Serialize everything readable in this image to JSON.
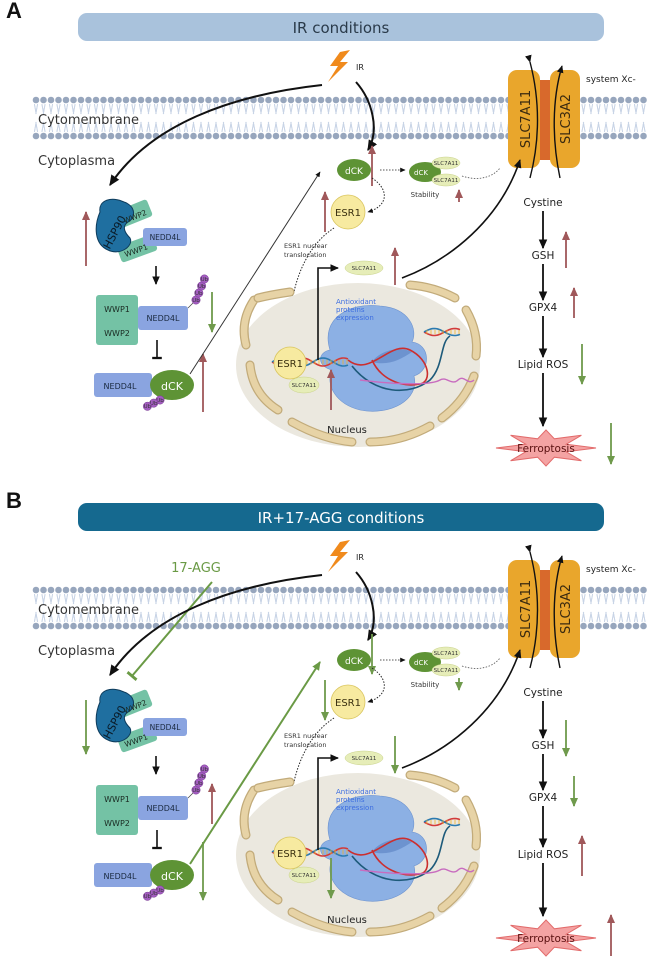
{
  "figure": {
    "panels": [
      {
        "letter": "A",
        "banner": "IR    conditions",
        "banner_color": "#a9c2dc",
        "banner_text_color": "#2a3a4a",
        "drug_label": "",
        "stimulus": "IR",
        "membrane_label": "Cytomembrane",
        "cytoplasm_label": "Cytoplasma",
        "transporter": {
          "system": "system Xc-",
          "left": "SLC7A11",
          "right": "SLC3A2"
        },
        "complex": {
          "chaperone": "HSP90",
          "top": "WWP2",
          "bottom": "WWP1",
          "ligase": "NEDD4L"
        },
        "mid_complex": {
          "a": "WWP1",
          "b": "WWP2",
          "ligase": "NEDD4L",
          "ub": "Ub"
        },
        "low_complex": {
          "ligase": "NEDD4L",
          "kinase": "dCK",
          "ub": "Ub"
        },
        "dck": "dCK",
        "esr1": "ESR1",
        "stability_label": "Stability",
        "slc7a11": "SLC7A11",
        "translocation": [
          "ESR1 nuclear",
          "translocation"
        ],
        "antioxidant": [
          "Antioxidant",
          "proteins",
          "expression"
        ],
        "nucleus": "Nucleus",
        "pathway": [
          "Cystine",
          "GSH",
          "GPX4",
          "Lipid ROS",
          "Ferroptosis"
        ],
        "regulation": {
          "hsp90": "up",
          "ub_ligase": "down",
          "dck_protein": "up",
          "dck": "up",
          "esr1": "up",
          "slc7a11": "up",
          "stability": "up",
          "transcription": "up",
          "gsh": "up",
          "gpx4": "up",
          "lipid_ros": "down",
          "ferroptosis": "down"
        }
      },
      {
        "letter": "B",
        "banner": "IR+17-AGG conditions",
        "banner_color": "#15698f",
        "banner_text_color": "#ffffff",
        "drug_label": "17-AGG",
        "stimulus": "IR",
        "membrane_label": "Cytomembrane",
        "cytoplasm_label": "Cytoplasma",
        "transporter": {
          "system": "system Xc-",
          "left": "SLC7A11",
          "right": "SLC3A2"
        },
        "complex": {
          "chaperone": "HSP90",
          "top": "WWP2",
          "bottom": "WWP1",
          "ligase": "NEDD4L"
        },
        "mid_complex": {
          "a": "WWP1",
          "b": "WWP2",
          "ligase": "NEDD4L",
          "ub": "Ub"
        },
        "low_complex": {
          "ligase": "NEDD4L",
          "kinase": "dCK",
          "ub": "Ub"
        },
        "dck": "dCK",
        "esr1": "ESR1",
        "stability_label": "Stability",
        "slc7a11": "SLC7A11",
        "translocation": [
          "ESR1 nuclear",
          "translocation"
        ],
        "antioxidant": [
          "Antioxidant",
          "proteins",
          "expression"
        ],
        "nucleus": "Nucleus",
        "pathway": [
          "Cystine",
          "GSH",
          "GPX4",
          "Lipid ROS",
          "Ferroptosis"
        ],
        "regulation": {
          "hsp90": "down",
          "ub_ligase": "up",
          "dck_protein": "down",
          "dck": "down",
          "esr1": "down",
          "slc7a11": "down",
          "stability": "down",
          "transcription": "down",
          "gsh": "down",
          "gpx4": "down",
          "lipid_ros": "up",
          "ferroptosis": "up"
        }
      }
    ],
    "colors": {
      "up_arrow": "#a0585a",
      "down_arrow": "#6f9a4c",
      "drug": "#6a9a45",
      "membrane_head": "#97a6bd",
      "membrane_tail": "#c8d4e6",
      "slc_protein": "#e9a62c",
      "slc_channel": "#d8692c",
      "hsp90": "#1f6fa0",
      "wwp": "#74c2a5",
      "nedd4l": "#8aa4e0",
      "dck": "#5e9335",
      "esr1": "#f7eaa0",
      "slc7a11_small": "#e6edb8",
      "ub": "#a35dc0",
      "nucleus_fill": "#ebe8df",
      "nuclear_envelope": "#e7d3a6",
      "ribosome": "#8cb0e4",
      "antioxidant_text": "#3d6ee0",
      "ferroptosis_fill": "#f4a3a3",
      "ferroptosis_stroke": "#e26b6b"
    }
  }
}
